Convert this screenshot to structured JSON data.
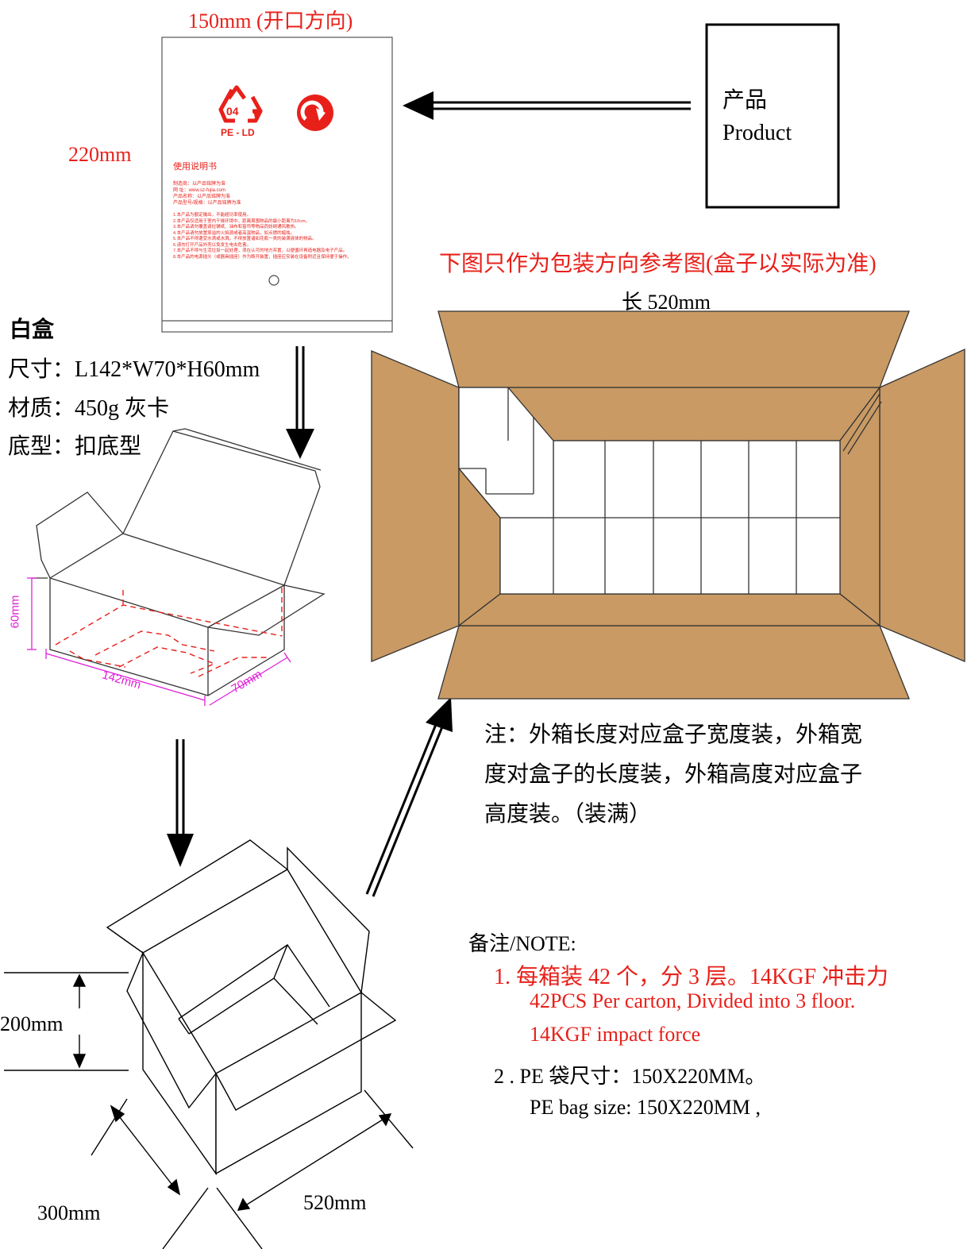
{
  "colors": {
    "accent_red": "#e8201a",
    "carton_brown": "#c99a64",
    "dimension_magenta": "#e01fd8",
    "dash_red": "#e8201a"
  },
  "bag": {
    "width_label": "150mm (开口方向)",
    "height_label": "220mm",
    "recycle_code": "04",
    "recycle_material": "PE - LD",
    "manual_title": "使用说明书",
    "info_lines": [
      "制造商：以产品铭牌为准",
      "网 址：www.sz-fujia.com",
      "产品名称：以产品铭牌为准",
      "产品型号/规格：以产品铭牌为准"
    ],
    "rule_lines": [
      "1.本产品为额定输出，不能超功率使用。",
      "2.本产品仅适用于室内干燥环境中，距离周围物品的最小距离为10cm。",
      "3.本产品请勿覆盖请拉铺纸、油布和窗帘等物品而妨碍通风散热。",
      "4.本产品请勿放置摔溢的火焰源或者高温物品，如点燃的蜡烛。",
      "5.本产品不得遭受水滴或水溅，不得放置诸如花瓶一类的装满液体的物品。",
      "6.请勿打开产品外壳以免发生电击危害。",
      "7.本产品不得与生活垃圾一起处理，须在认可的地方弃置，以便循环再造电器及电子产品。",
      "8.本产品的电源插头（或器具插座）作为断开装置，插座应安装在设备附近且保持便于操作。"
    ]
  },
  "product_box": {
    "line1": "产品",
    "line2": "Product"
  },
  "white_box": {
    "title": "白盒",
    "size": "尺寸：L142*W70*H60mm",
    "material": "材质：450g  灰卡",
    "bottom_type": "底型：扣底型",
    "dim_h": "60mm",
    "dim_l": "142mm",
    "dim_w": "70mm"
  },
  "carton_top": {
    "caption": "下图只作为包装方向参考图(盒子以实际为准)",
    "length_label": "长 520mm"
  },
  "notice": {
    "lines": [
      "注：外箱长度对应盒子宽度装，外箱宽",
      "度对盒子的长度装，外箱高度对应盒子",
      "高度装。（装满）"
    ]
  },
  "carton_iso": {
    "height_label": "200mm",
    "width_label": "300mm",
    "length_label": "520mm"
  },
  "notes": {
    "heading": "备注/NOTE:",
    "item1_cn": "1. 每箱装 42 个，分 3 层。14KGF 冲击力",
    "item1_en1": "42PCS Per carton, Divided into 3 floor.",
    "item1_en2": "14KGF impact force",
    "item2_cn": "2 . PE 袋尺寸：150X220MM。",
    "item2_en": "PE bag size: 150X220MM ,"
  }
}
